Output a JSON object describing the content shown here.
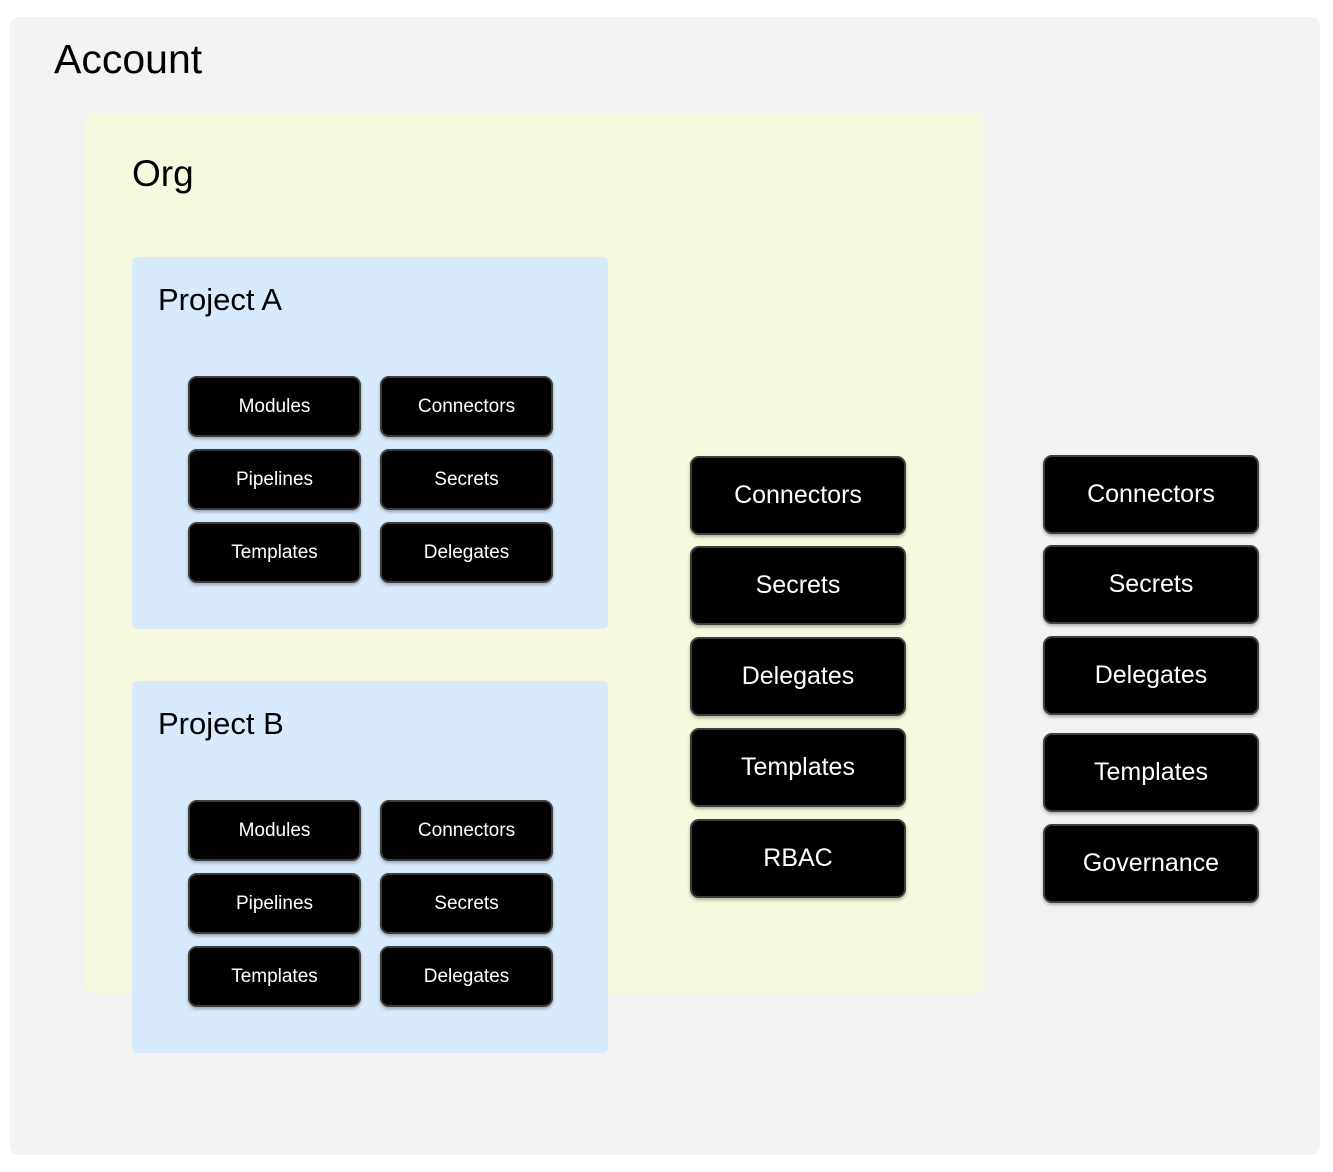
{
  "diagram": {
    "type": "nested-hierarchy",
    "title": "Account",
    "levels": [
      "Account",
      "Org",
      "Project"
    ]
  },
  "account": {
    "label": "Account",
    "background_color": "#f3f3f3",
    "resources": [
      {
        "label": "Connectors"
      },
      {
        "label": "Secrets"
      },
      {
        "label": "Delegates"
      },
      {
        "label": "Templates"
      },
      {
        "label": "Governance"
      }
    ]
  },
  "org": {
    "label": "Org",
    "background_color": "#f6f9dd",
    "resources": [
      {
        "label": "Connectors"
      },
      {
        "label": "Secrets"
      },
      {
        "label": "Delegates"
      },
      {
        "label": "Templates"
      },
      {
        "label": "RBAC"
      }
    ]
  },
  "projects": [
    {
      "label": "Project A",
      "background_color": "#d8eafc",
      "resources_left": [
        {
          "label": "Modules"
        },
        {
          "label": "Pipelines"
        },
        {
          "label": "Templates"
        }
      ],
      "resources_right": [
        {
          "label": "Connectors"
        },
        {
          "label": "Secrets"
        },
        {
          "label": "Delegates"
        }
      ]
    },
    {
      "label": "Project B",
      "background_color": "#d8eafc",
      "resources_left": [
        {
          "label": "Modules"
        },
        {
          "label": "Pipelines"
        },
        {
          "label": "Templates"
        }
      ],
      "resources_right": [
        {
          "label": "Connectors"
        },
        {
          "label": "Secrets"
        },
        {
          "label": "Delegates"
        }
      ]
    }
  ],
  "style": {
    "node_fill": "#000000",
    "node_text": "#ffffff",
    "node_border": "#3d3d3d",
    "page_background": "#ffffff"
  }
}
